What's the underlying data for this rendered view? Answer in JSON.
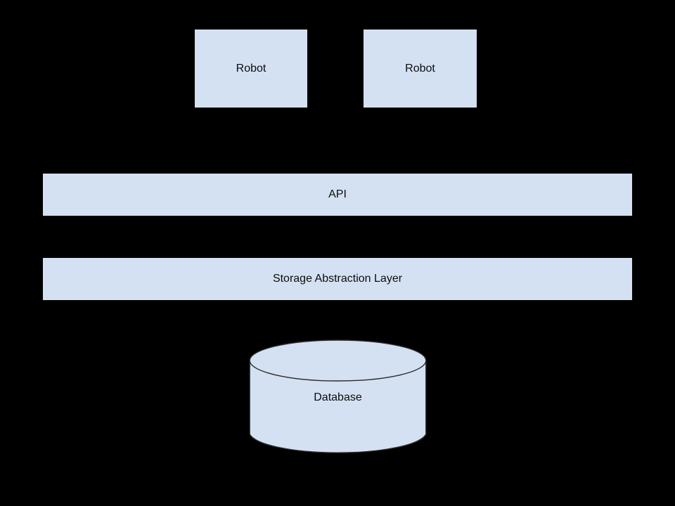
{
  "diagram": {
    "background_color": "#000000",
    "node_fill_color": "#d4e1f2",
    "node_stroke_color": "#2b2b2b",
    "text_color": "#0d0d0d",
    "nodes": [
      {
        "id": "robot-1",
        "label": "Robot",
        "shape": "rectangle"
      },
      {
        "id": "robot-2",
        "label": "Robot",
        "shape": "rectangle"
      },
      {
        "id": "api-layer",
        "label": "API",
        "shape": "rectangle"
      },
      {
        "id": "storage-layer",
        "label": "Storage Abstraction Layer",
        "shape": "rectangle"
      },
      {
        "id": "database",
        "label": "Database",
        "shape": "cylinder"
      }
    ]
  }
}
